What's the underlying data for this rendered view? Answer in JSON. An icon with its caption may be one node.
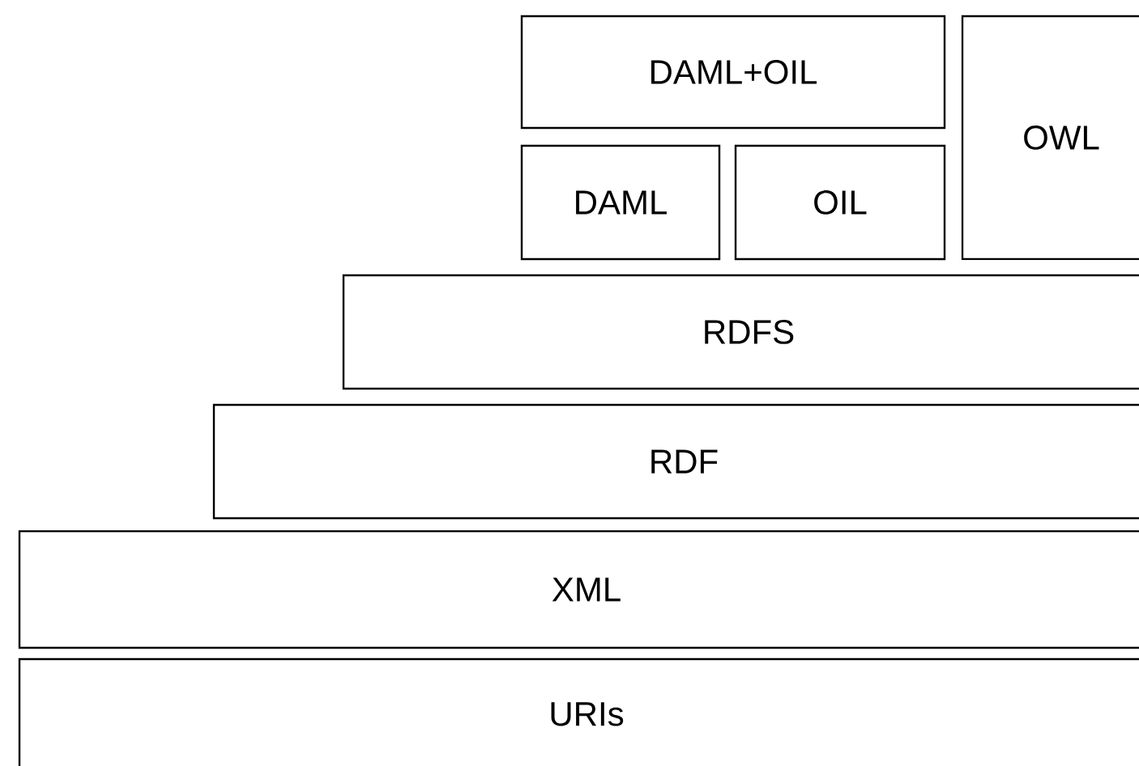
{
  "diagram": {
    "nodes": [
      {
        "text": [
          "DAML+OIL"
        ]
      },
      {
        "text": [
          "OWL"
        ]
      },
      {
        "text": [
          "DAML"
        ]
      },
      {
        "text": [
          "OIL"
        ]
      },
      {
        "text": [
          "RDFS"
        ]
      },
      {
        "text": [
          "RDF"
        ]
      },
      {
        "text": [
          "XML"
        ]
      },
      {
        "text": [
          "URIs"
        ]
      }
    ]
  }
}
